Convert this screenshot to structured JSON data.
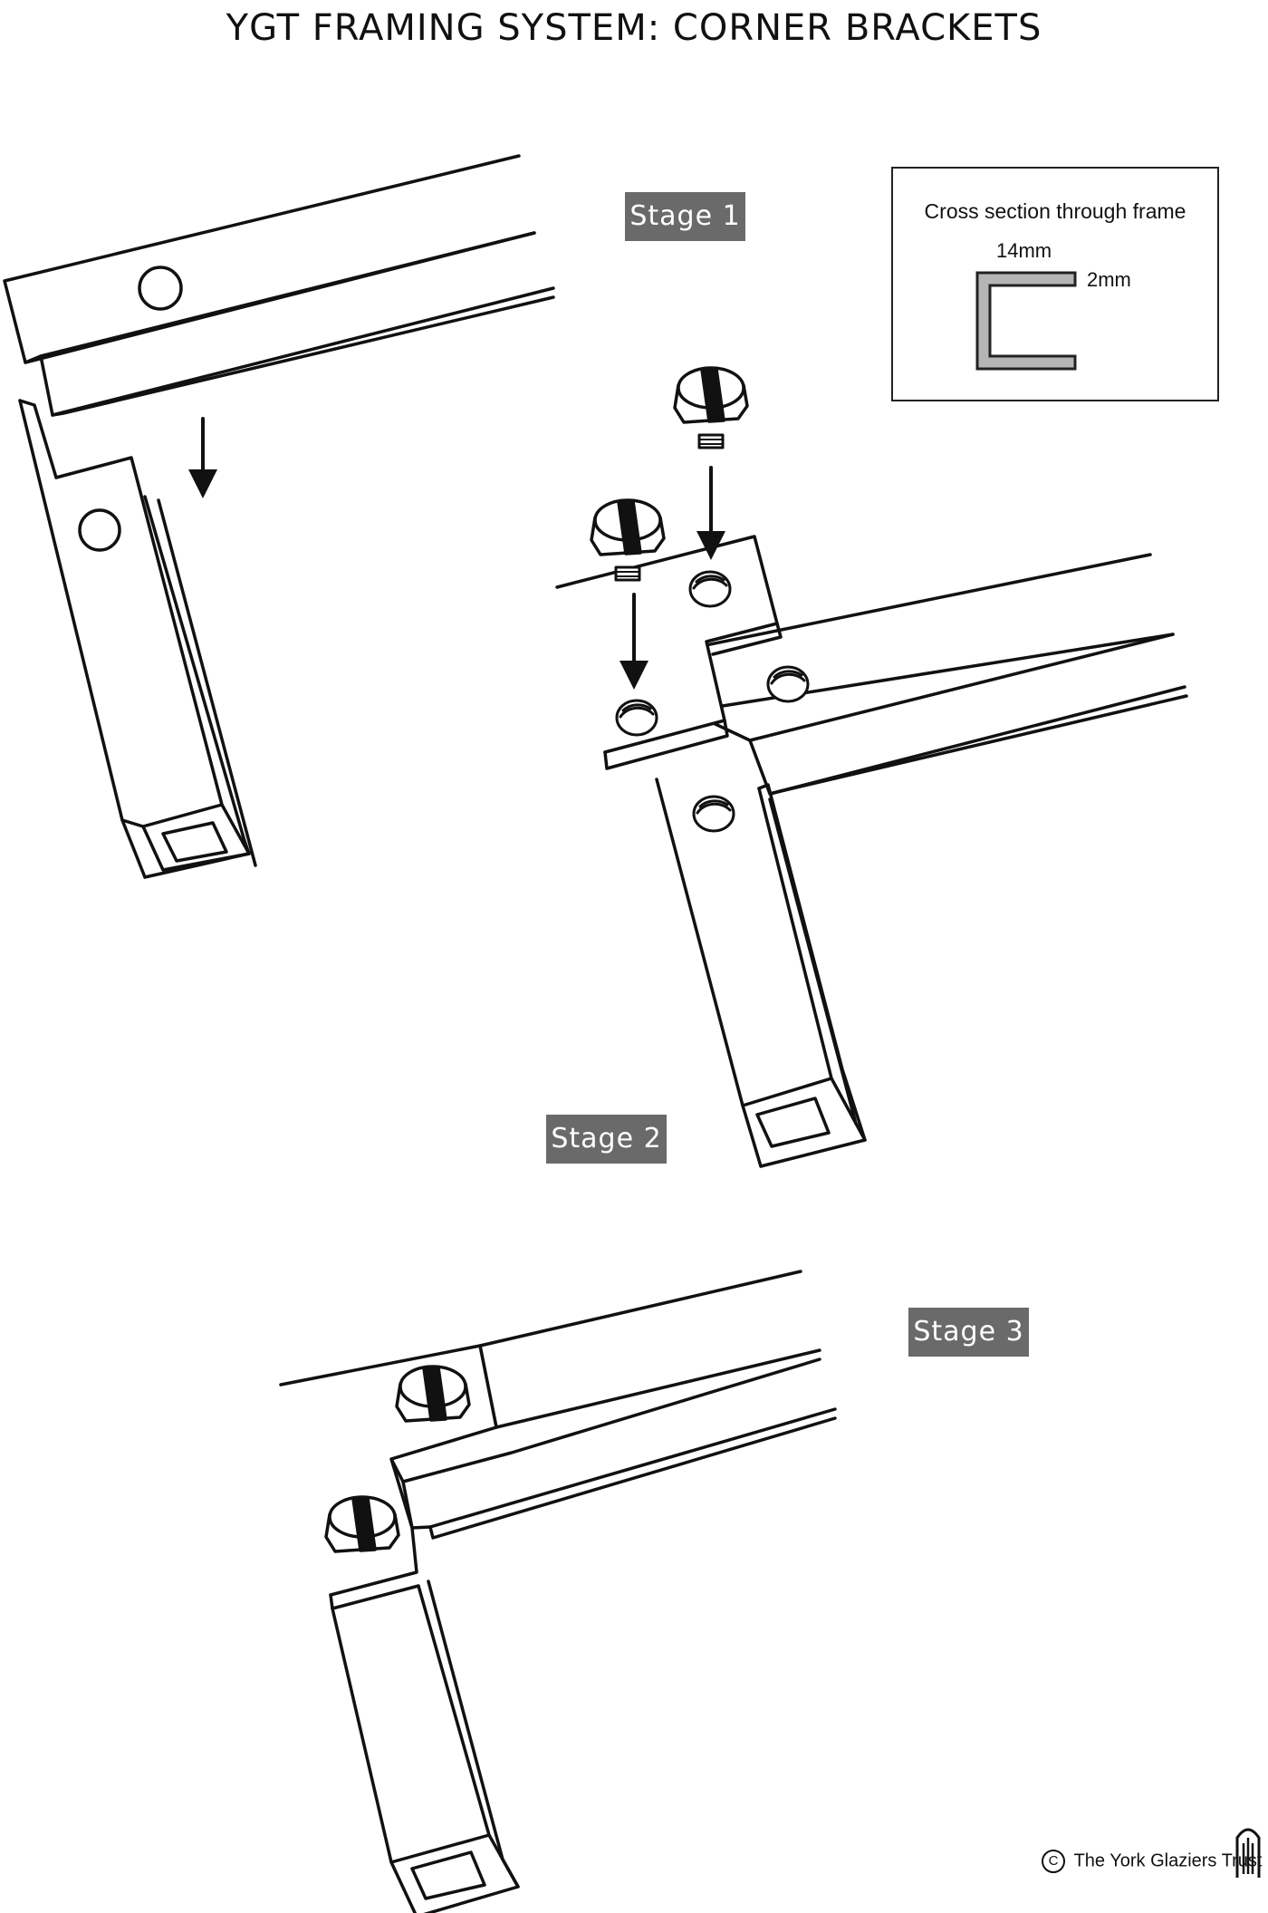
{
  "title": "YGT FRAMING SYSTEM: CORNER BRACKETS",
  "stages": {
    "stage1": "Stage 1",
    "stage2": "Stage 2",
    "stage3": "Stage 3"
  },
  "cross_section": {
    "caption": "Cross section through frame",
    "width_label": "14mm",
    "thickness_label": "2mm",
    "fill_color": "#b5b5b5"
  },
  "credit": {
    "symbol": "C",
    "text": "The York Glaziers Trust"
  },
  "colors": {
    "line": "#111111",
    "badge": "#6a6a6a"
  }
}
